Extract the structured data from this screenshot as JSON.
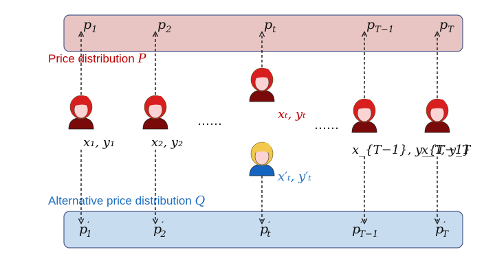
{
  "colors": {
    "top_band_fill": "#e8c5c3",
    "top_band_stroke": "#4a5a8a",
    "bottom_band_fill": "#c7dcef",
    "bottom_band_stroke": "#4a5a8a",
    "red_label": "#c00000",
    "blue_label": "#1f6fbf",
    "hair_red": "#d81e1e",
    "hair_blonde": "#f2c94c",
    "skin": "#fbd3d3",
    "body_dark": "#7a0a0a",
    "body_blue": "#1565c0"
  },
  "labels": {
    "top_band": "Price distribution P",
    "bottom_band": "Alternative price distribution Q",
    "ellipsis": "……"
  },
  "top_prices": [
    {
      "base": "p",
      "sub": "1",
      "prime": false
    },
    {
      "base": "p",
      "sub": "2",
      "prime": false
    },
    {
      "base": "p",
      "sub": "t",
      "prime": false
    },
    {
      "base": "p",
      "sub": "T−1",
      "prime": false
    },
    {
      "base": "p",
      "sub": "T",
      "prime": false
    }
  ],
  "bottom_prices": [
    {
      "base": "p",
      "sub": "1",
      "prime": true
    },
    {
      "base": "p",
      "sub": "2",
      "prime": true
    },
    {
      "base": "p",
      "sub": "t",
      "prime": true
    },
    {
      "base": "p",
      "sub": "T−1",
      "prime": true
    },
    {
      "base": "p",
      "sub": "T",
      "prime": true
    }
  ],
  "agents": [
    {
      "label": "x₁, y₁",
      "icon": "red-hair-person-icon"
    },
    {
      "label": "x₂, y₂",
      "icon": "red-hair-person-icon"
    },
    {
      "label": "xₜ, yₜ",
      "icon": "red-hair-person-icon"
    },
    {
      "label": "x_{T−1}, y_{T−1}",
      "icon": "red-hair-person-icon"
    },
    {
      "label": "x_T, y_T",
      "icon": "red-hair-person-icon"
    }
  ],
  "alt_agent": {
    "label": "x′ₜ, y′ₜ",
    "icon": "blonde-person-icon"
  }
}
